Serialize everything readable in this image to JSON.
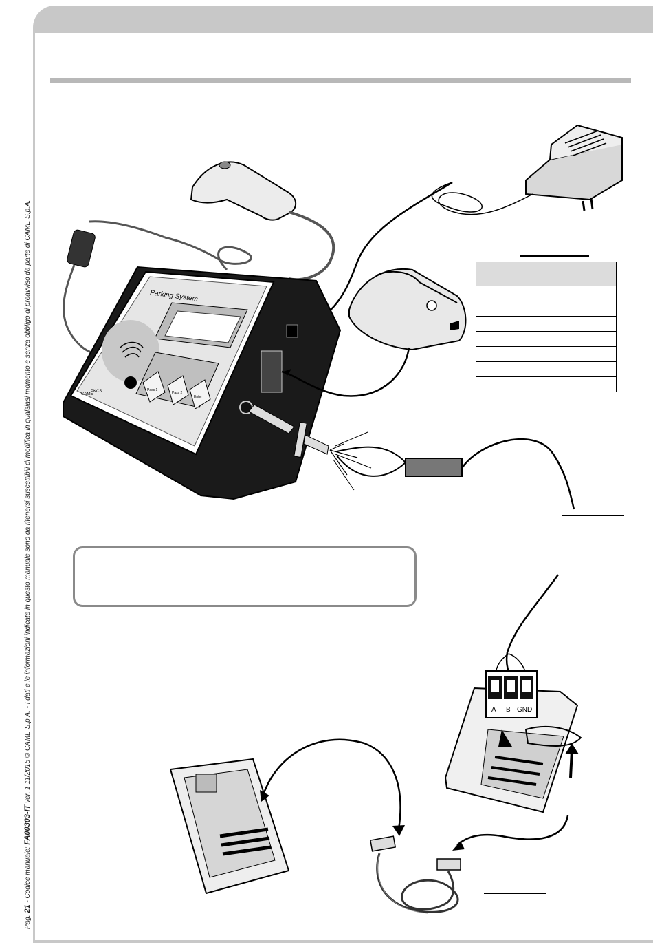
{
  "sidebar": {
    "pag_prefix": "Pag.",
    "page_number": "21",
    "code_prefix": " - Codice manuale: ",
    "manual_code": "FA00303-IT",
    "version": " ver. 1",
    "rest": "  11/2015  © CAME S.p.A. - I dati e le informazioni indicate in questo manuale sono da ritenersi suscettibili di modifica in qualsiasi momento e senza obbligo di preavviso da parte di CAME S.p.A."
  },
  "device": {
    "screen_title": "Parking System",
    "brand_logo": "CAME",
    "model_label": "PKCS",
    "key_1": "Pass 1",
    "key_2": "Pass 2",
    "key_3": "Enter"
  },
  "terminal": {
    "label_a": "A",
    "label_b": "B",
    "label_gnd": "GND"
  }
}
